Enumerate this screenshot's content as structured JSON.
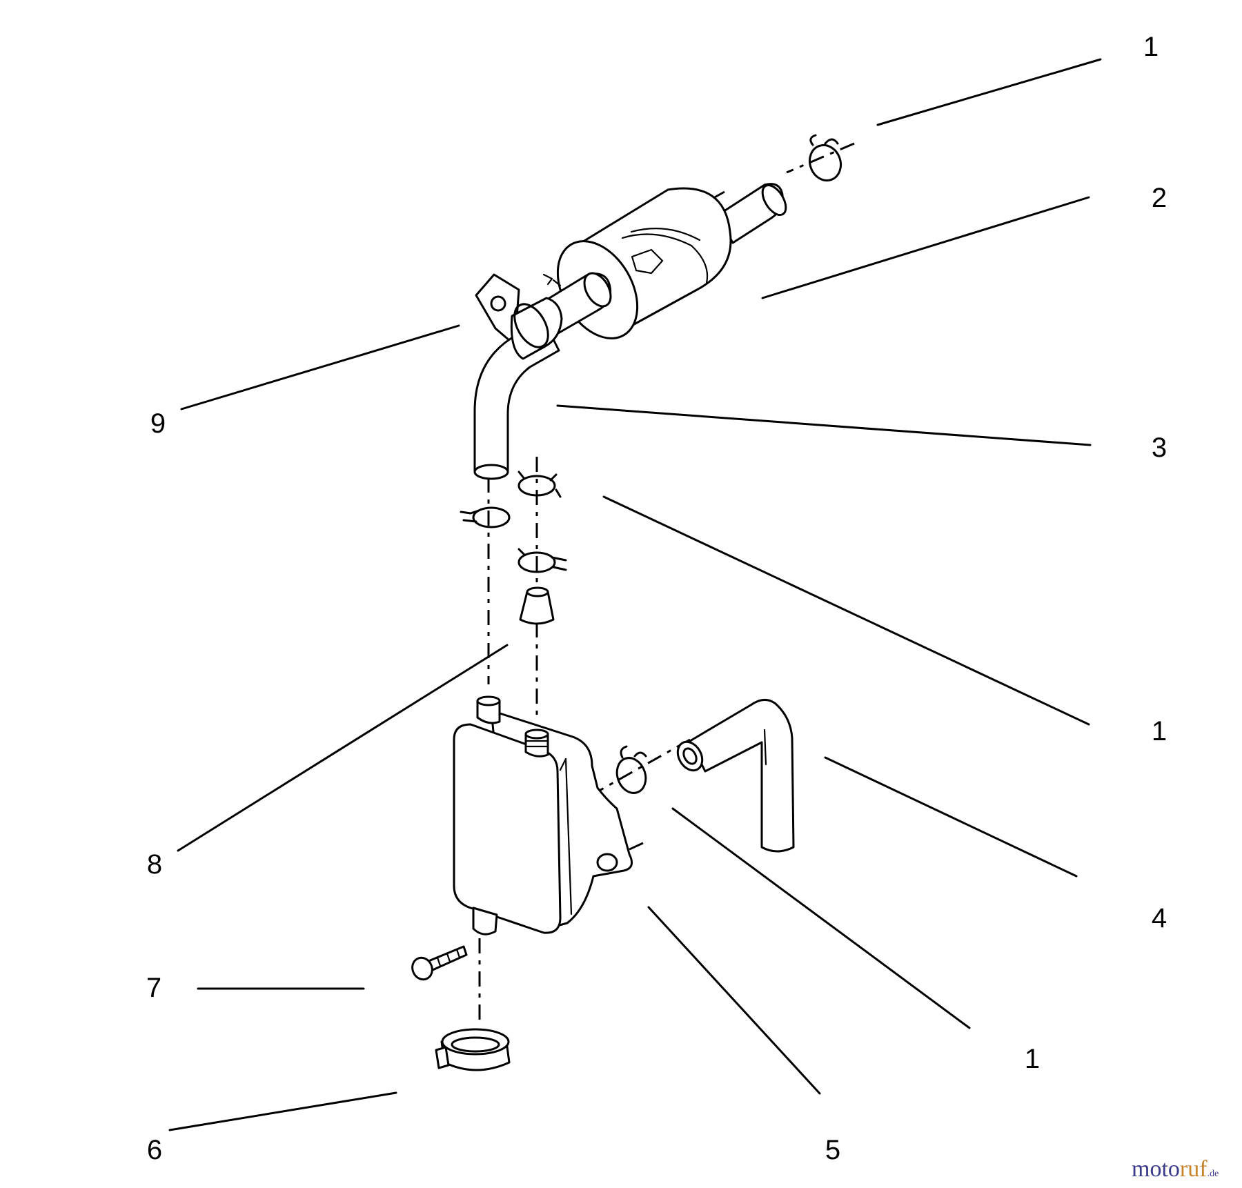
{
  "callouts": [
    {
      "id": "c1",
      "label": "1"
    },
    {
      "id": "c2",
      "label": "2"
    },
    {
      "id": "c3",
      "label": "3"
    },
    {
      "id": "c9",
      "label": "9"
    },
    {
      "id": "c1b",
      "label": "1"
    },
    {
      "id": "c8",
      "label": "8"
    },
    {
      "id": "c4",
      "label": "4"
    },
    {
      "id": "c7",
      "label": "7"
    },
    {
      "id": "c1c",
      "label": "1"
    },
    {
      "id": "c6",
      "label": "6"
    },
    {
      "id": "c5",
      "label": "5"
    }
  ],
  "watermark": {
    "part1": "moto",
    "part2": "ruf",
    "suffix": ".de"
  }
}
